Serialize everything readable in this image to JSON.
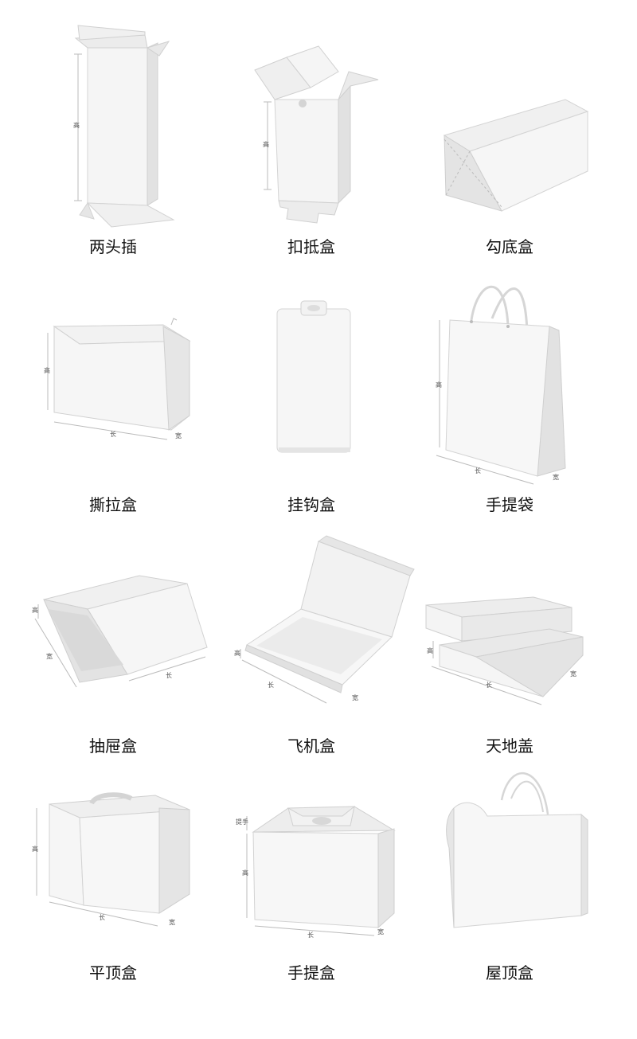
{
  "boxes": [
    {
      "name": "两头插",
      "dims": [
        "高"
      ]
    },
    {
      "name": "扣抵盒",
      "dims": [
        "高"
      ]
    },
    {
      "name": "勾底盒",
      "dims": []
    },
    {
      "name": "撕拉盒",
      "dims": [
        "高",
        "长",
        "宽"
      ]
    },
    {
      "name": "挂钩盒",
      "dims": []
    },
    {
      "name": "手提袋",
      "dims": [
        "高",
        "长",
        "宽"
      ]
    },
    {
      "name": "抽屉盒",
      "dims": [
        "高",
        "宽",
        "长"
      ]
    },
    {
      "name": "飞机盒",
      "dims": [
        "高",
        "长",
        "宽"
      ]
    },
    {
      "name": "天地盖",
      "dims": [
        "高",
        "长",
        "宽"
      ]
    },
    {
      "name": "平顶盒",
      "dims": [
        "高",
        "长",
        "宽"
      ]
    },
    {
      "name": "手提盒",
      "dims": [
        "提手",
        "高",
        "长",
        "宽"
      ]
    },
    {
      "name": "屋顶盒",
      "dims": []
    }
  ],
  "colors": {
    "box_face": "#f4f4f4",
    "box_side": "#e6e6e6",
    "box_shadow": "#dcdcdc",
    "dim_line": "#999999"
  }
}
